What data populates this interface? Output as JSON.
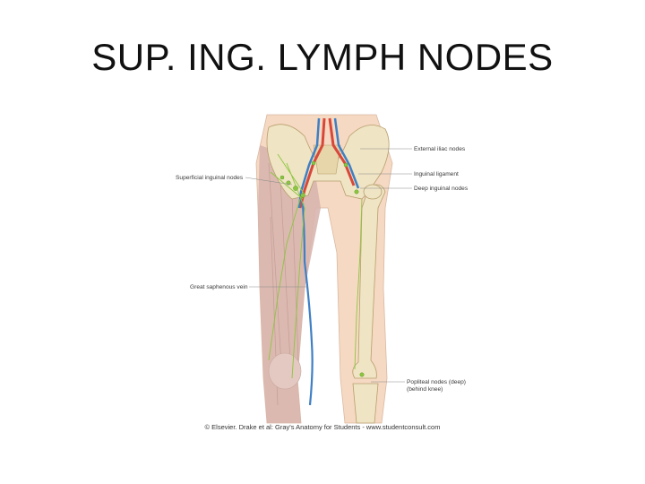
{
  "slide": {
    "title": "SUP. ING. LYMPH NODES",
    "caption": "© Elsevier. Drake et al: Gray's Anatomy for Students - www.studentconsult.com"
  },
  "figure": {
    "labels": {
      "external_iliac": "External iliac nodes",
      "inguinal_ligament": "Inguinal ligament",
      "deep_inguinal": "Deep inguinal nodes",
      "superficial_inguinal": "Superficial inguinal nodes",
      "great_saphenous": "Great saphenous vein",
      "popliteal_line1": "Popliteal nodes (deep)",
      "popliteal_line2": "(behind knee)"
    },
    "colors": {
      "skin": "#f6d9c2",
      "muscle": "#d8b5ae",
      "bone": "#efe4c4",
      "vein": "#3f7fc4",
      "artery": "#d8483a",
      "lymph": "#8cc63f"
    }
  }
}
